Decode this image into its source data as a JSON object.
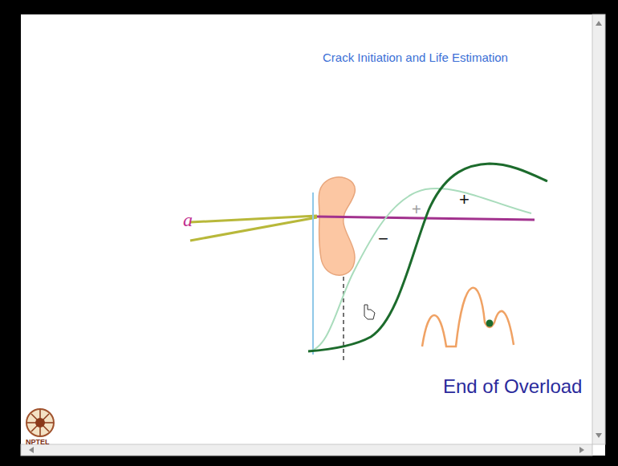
{
  "diagram": {
    "title": "Crack Initiation and Life Estimation",
    "labels": [
      "a",
      "+",
      "+",
      "−",
      "End of Overload",
      "NPTEL"
    ]
  }
}
